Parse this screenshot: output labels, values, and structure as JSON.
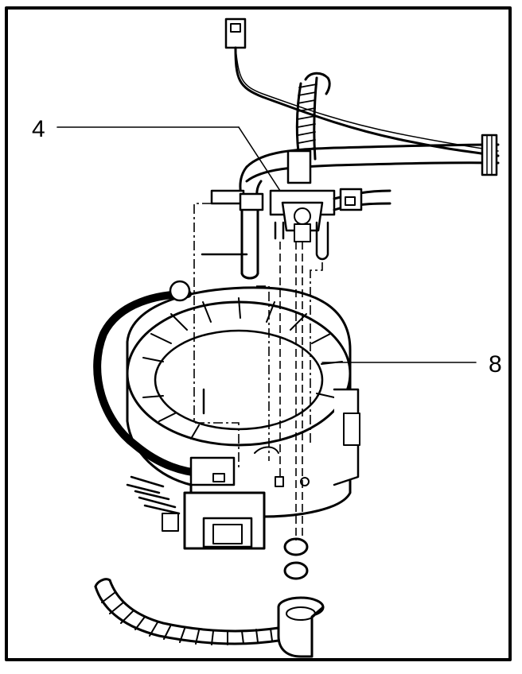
{
  "figure": {
    "callouts": [
      {
        "label": "4",
        "part": "fuel-line-connector"
      },
      {
        "label": "8",
        "part": "fuel-pump-reservoir"
      }
    ],
    "colors": {
      "line": "#000000",
      "background": "#ffffff"
    }
  }
}
